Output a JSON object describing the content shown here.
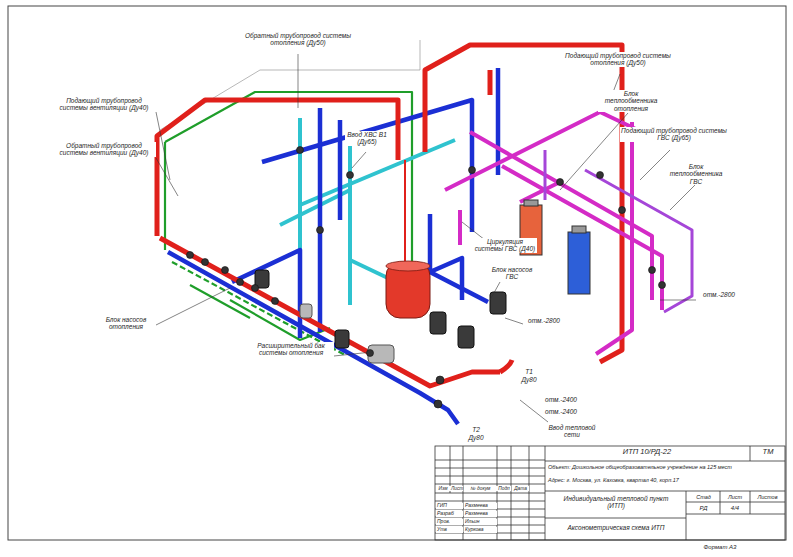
{
  "diagram": {
    "labels": [
      "Обратный трубопровод системы отопления (Ду50)",
      "Ввод ХВС В1 (Ду65)",
      "Подающий трубопровод системы вентиляции (Ду40)",
      "Обратный трубопровод системы вентиляции (Ду40)",
      "Подающий трубопровод системы отопления (Ду50)",
      "Блок теплообменника отопления",
      "Подающий трубопровод системы ГВС (Ду65)",
      "Блок теплообменника ГВС",
      "Циркуляция системы ГВС (Д40)",
      "Блок насосов ГВС",
      "отм.-2800",
      "отм.-2800",
      "Блок насосов отопления",
      "Расширительный бак системы отопления",
      "Т1",
      "Ду80",
      "отм.-2400",
      "отм.-2400",
      "Т2",
      "Ду80",
      "Ввод тепловой сети",
      "ИТП 10/РД-22",
      "ТМ",
      "Объект: Дошкольное общеобразовательное учреждение на 125 мест",
      "Адрес: г. Москва, ул. Каховка, квартал 40, корп.17",
      "Изм",
      "Лист",
      "№ докум",
      "Подп",
      "Дата",
      "Индивидуальный тепловой пункт (ИТП)",
      "Стад",
      "Лист",
      "Листов",
      "РД",
      "4/4",
      "ГИП",
      "Рахмеева",
      "Разраб",
      "Рахмеева",
      "Пров.",
      "Ильин",
      "Утв",
      "Куркова",
      "Аксонометрическая схема ИТП",
      "Формат А3"
    ]
  }
}
